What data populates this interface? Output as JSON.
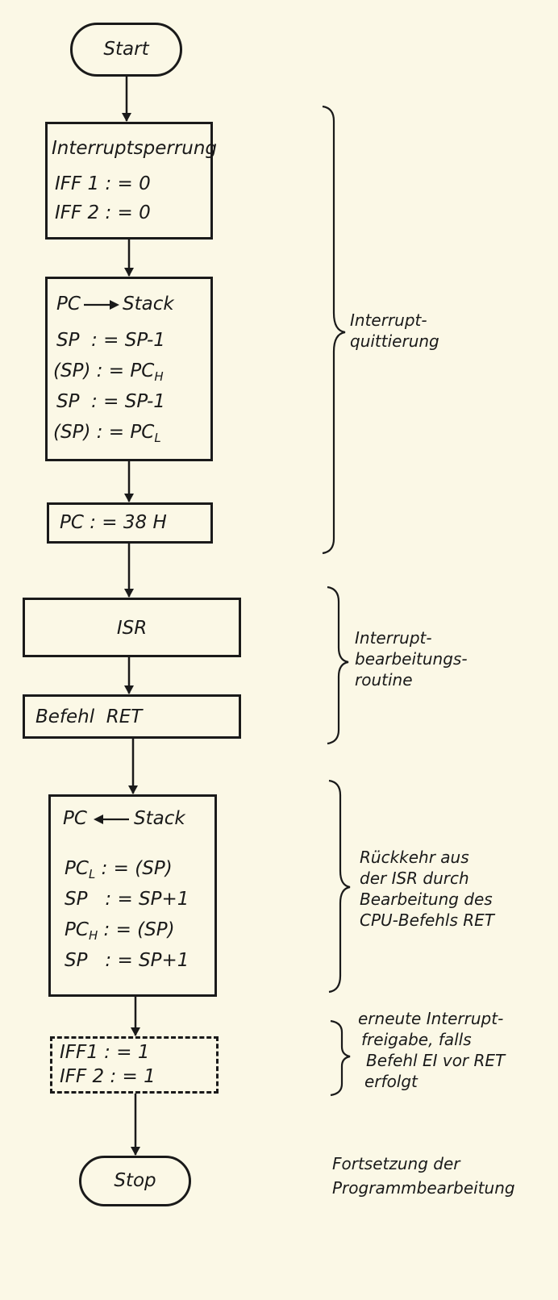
{
  "start": "Start",
  "stop": "Stop",
  "box1": {
    "l1": "Interruptsperrung",
    "l2": "IFF 1 : = 0",
    "l3": "IFF 2 : = 0"
  },
  "box2": {
    "l1a": "PC",
    "l1b": "Stack",
    "l2": "SP  : = SP-1",
    "l3a": "(SP) : = PC",
    "l3sub": "H",
    "l4": "SP  : = SP-1",
    "l5a": "(SP) : = PC",
    "l5sub": "L"
  },
  "box3": "PC : = 38 H",
  "box4": "ISR",
  "box5": "Befehl  RET",
  "box6": {
    "l1a": "PC",
    "l1b": "Stack",
    "l2a": "PC",
    "l2sub": "L",
    "l2b": " : = (SP)",
    "l3": "SP   : = SP+1",
    "l4a": "PC",
    "l4sub": "H",
    "l4b": " : = (SP)",
    "l5": "SP   : = SP+1"
  },
  "box7": {
    "l1": "IFF1 : = 1",
    "l2": "IFF 2 : = 1"
  },
  "notes": {
    "n1": [
      "Interrupt-",
      "quittierung"
    ],
    "n2": [
      "Interrupt-",
      "bearbeitungs-",
      "routine"
    ],
    "n3": [
      "Rückkehr aus",
      "der ISR durch",
      "Bearbeitung des",
      "CPU-Befehls RET"
    ],
    "n4": [
      "erneute Interrupt-",
      "freigabe, falls",
      "Befehl EI vor RET",
      "erfolgt"
    ],
    "n5": [
      "Fortsetzung der",
      "Programmbearbeitung"
    ]
  }
}
